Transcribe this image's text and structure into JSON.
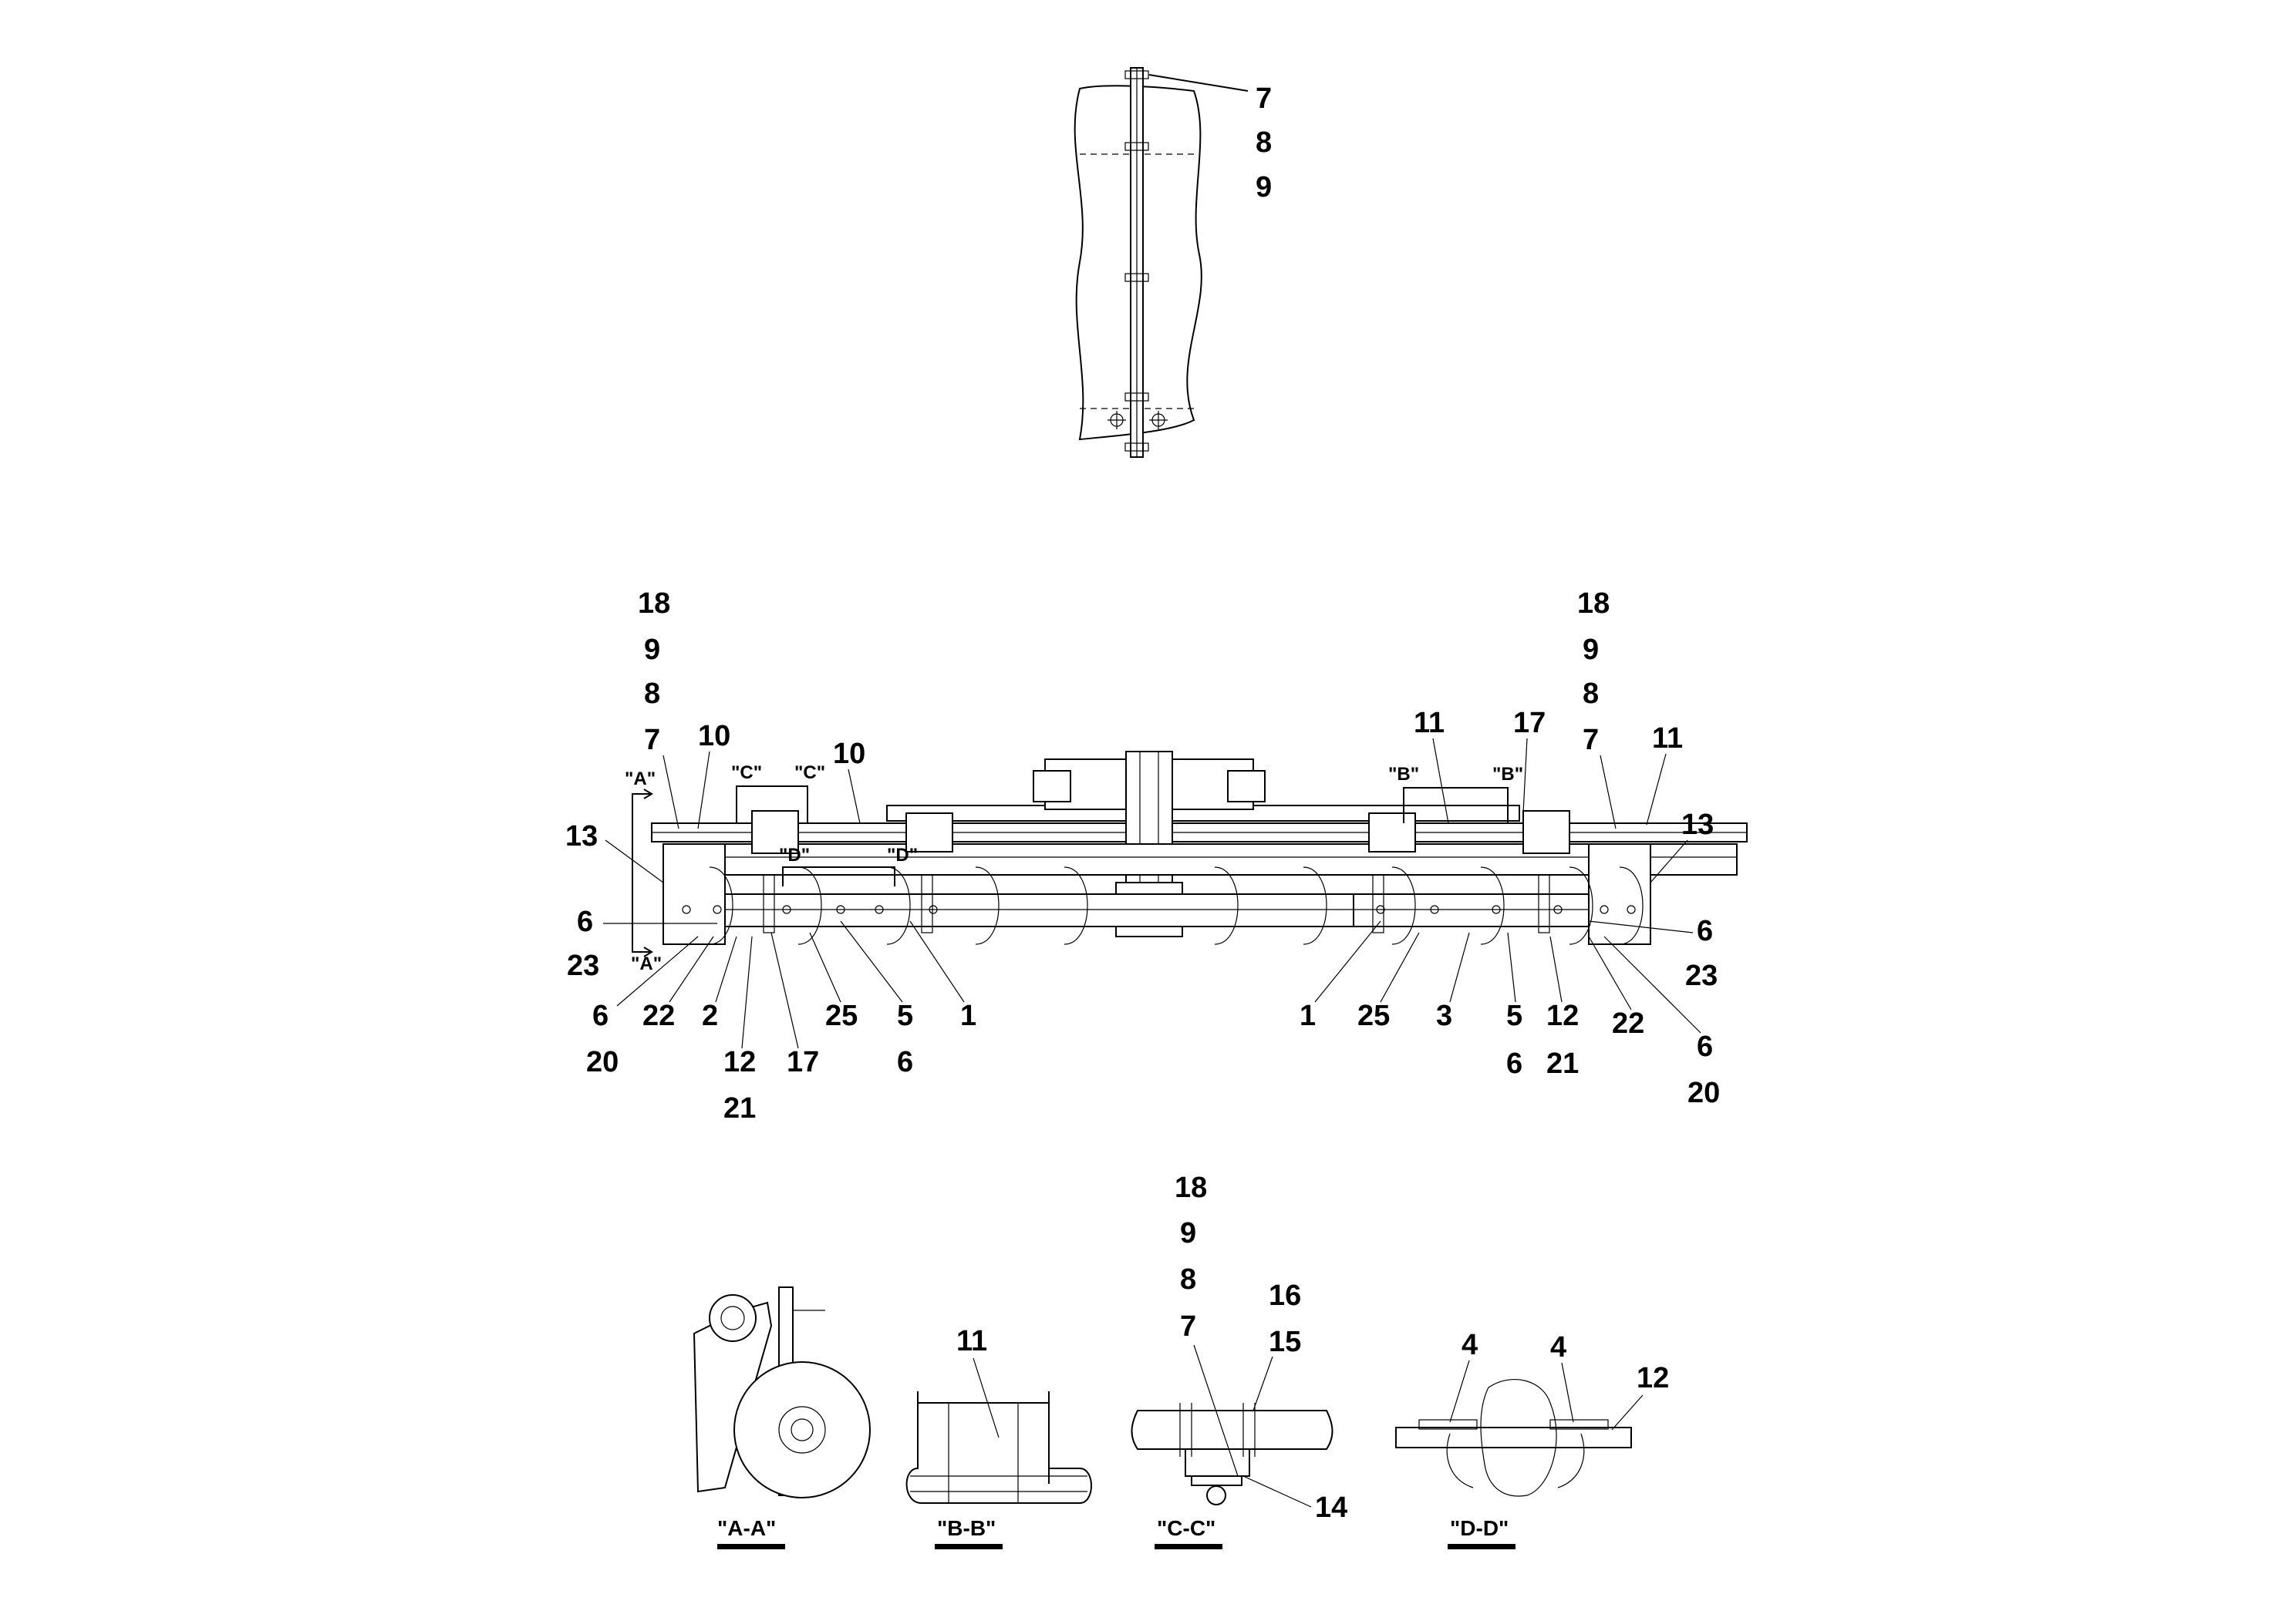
{
  "top_view": {
    "callouts": [
      "7",
      "8",
      "9"
    ]
  },
  "main_view": {
    "left_callouts": {
      "stack_top": [
        "18",
        "9",
        "8",
        "7"
      ],
      "c10a": "10",
      "c10b": "10",
      "c13": "13",
      "c6a": "6",
      "c23": "23",
      "c6b": "6",
      "c20": "20",
      "c22": "22",
      "c2": "2",
      "c12": "12",
      "c21": "21",
      "c17": "17",
      "c25": "25",
      "c5": "5",
      "c6c": "6",
      "c1": "1"
    },
    "right_callouts": {
      "stack_top": [
        "18",
        "9",
        "8",
        "7"
      ],
      "c11a": "11",
      "c17": "17",
      "c11b": "11",
      "c13": "13",
      "c6a": "6",
      "c23": "23",
      "c6b": "6",
      "c20": "20",
      "c22": "22",
      "c12": "12",
      "c21": "21",
      "c5": "5",
      "c6c": "6",
      "c3": "3",
      "c25": "25",
      "c1": "1"
    },
    "section_marks": {
      "a_top": "\"A\"",
      "a_bot": "\"A\"",
      "c_left": "\"C\"",
      "c_right": "\"C\"",
      "d_left": "\"D\"",
      "d_right": "\"D\"",
      "b_left": "\"B\"",
      "b_right": "\"B\""
    }
  },
  "section_views": {
    "aa": {
      "title": "\"A-A\""
    },
    "bb": {
      "title": "\"B-B\"",
      "callouts": [
        "11"
      ]
    },
    "cc": {
      "title": "\"C-C\"",
      "stack": [
        "18",
        "9",
        "8",
        "7"
      ],
      "c16": "16",
      "c15": "15",
      "c14": "14"
    },
    "dd": {
      "title": "\"D-D\"",
      "c4a": "4",
      "c4b": "4",
      "c12": "12"
    }
  }
}
